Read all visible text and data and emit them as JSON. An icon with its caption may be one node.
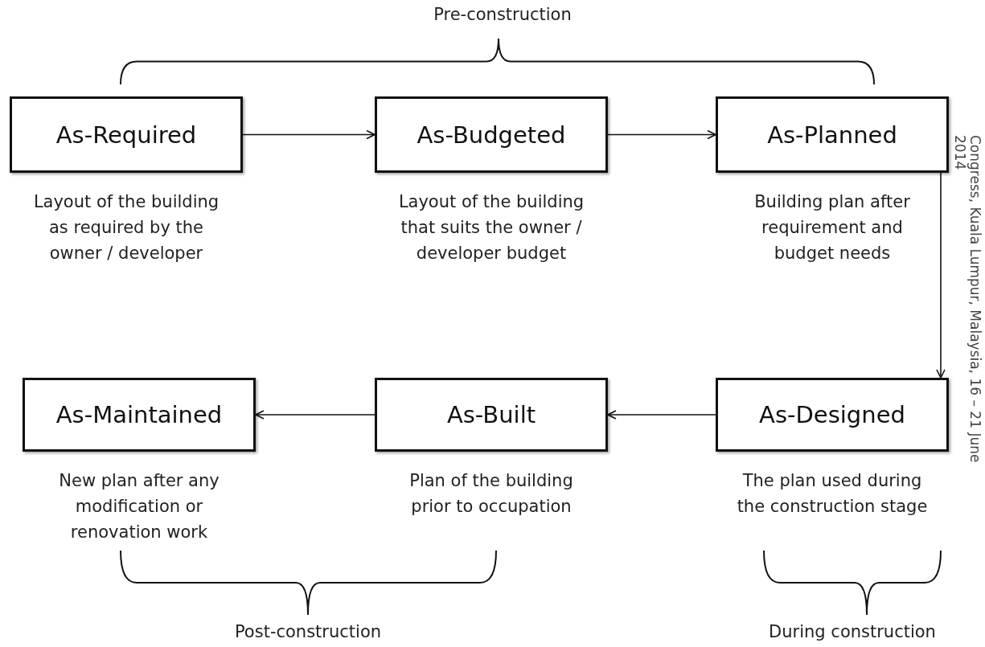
{
  "diagram": {
    "nodes": [
      {
        "text": [
          "As-Required"
        ],
        "beside": [
          "Layout of the building as required by the owner / developer"
        ]
      },
      {
        "text": [
          "As-Budgeted"
        ],
        "beside": [
          "Layout of the building that suits the owner / developer budget"
        ]
      },
      {
        "text": [
          "As-Planned"
        ],
        "beside": [
          "Building plan after requirement and budget needs"
        ]
      },
      {
        "text": [
          "As-Maintained"
        ],
        "beside": [
          "New plan after any modification or renovation work"
        ]
      },
      {
        "text": [
          "As-Built"
        ],
        "beside": [
          "Plan of the building prior to occupation"
        ]
      },
      {
        "text": [
          "As-Designed"
        ],
        "beside": [
          "The plan used during the construction stage"
        ]
      }
    ],
    "edges": [
      {
        "from": 0,
        "to": 1,
        "arrow": "to"
      },
      {
        "from": 1,
        "to": 2,
        "arrow": "to"
      },
      {
        "from": 2,
        "to": 5,
        "arrow": "to"
      },
      {
        "from": 5,
        "to": 4,
        "arrow": "to"
      },
      {
        "from": 4,
        "to": 3,
        "arrow": "to"
      }
    ],
    "labels": [
      "Pre-construction",
      "Post-construction",
      "During construction",
      "Congress, Kuala Lumpur, Malaysia, 16 – 21 June 2014"
    ]
  }
}
